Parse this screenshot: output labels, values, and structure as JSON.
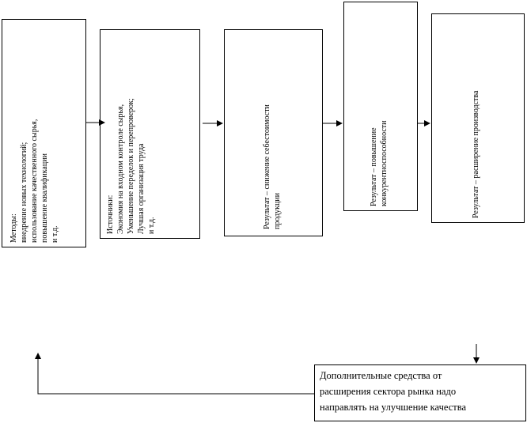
{
  "boxes": {
    "methods": {
      "lines": [
        "Методы:",
        "внедрение новых технологий;",
        "использование качественного сырья,",
        "повышение квалификации",
        "и т.д."
      ]
    },
    "sources": {
      "lines": [
        "Источники:",
        "Экономия на входном контроле сырья,",
        "Уменьшение переделок и перепроверок;",
        "Лучшая организация труда",
        "и т.д."
      ]
    },
    "cost": {
      "lines": [
        "Результат – снижение себестоимости",
        "продукции"
      ]
    },
    "competitiveness": {
      "lines": [
        "Результат – повышение",
        "конкурентноспособности"
      ]
    },
    "expansion": {
      "lines": [
        "Результат – расширение производства"
      ]
    }
  },
  "note": {
    "lines": [
      "Дополнительные средства от",
      "расширения сектора рынка надо",
      "направлять на улучшение качества"
    ]
  }
}
